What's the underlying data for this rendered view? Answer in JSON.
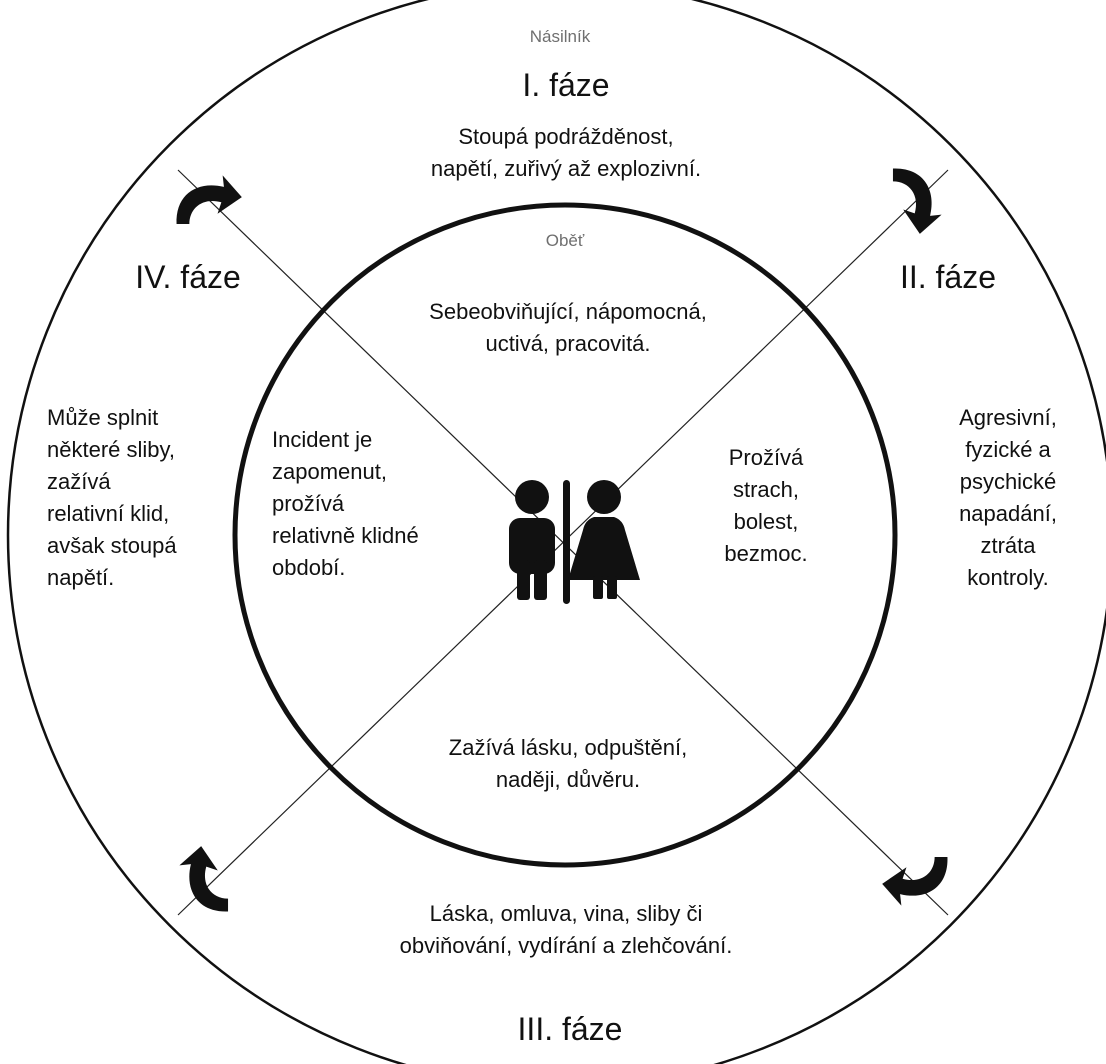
{
  "outer_ring": {
    "role_label": "Násilník",
    "phases": {
      "p1": {
        "title": "I. fáze",
        "text": "Stoupá podrážděnost,\nnapětí, zuřivý až explozivní."
      },
      "p2": {
        "title": "II. fáze",
        "text": "Agresivní,\nfyzické a\npsychické\nnapadání,\nztráta\nkontroly."
      },
      "p3": {
        "title": "III. fáze",
        "text": "Láska, omluva, vina, sliby či\nobviňování, vydírání a zlehčování."
      },
      "p4": {
        "title": "IV. fáze",
        "text": "Může splnit\nněkteré sliby,\nzažívá\nrelativní klid,\navšak stoupá\nnapětí."
      }
    }
  },
  "inner_circle": {
    "role_label": "Oběť",
    "sectors": {
      "top": "Sebeobviňující, nápomocná,\nuctivá, pracovitá.",
      "right": "Prožívá\nstrach,\nbolest,\nbezmoc.",
      "bottom": "Zažívá lásku, odpuštění,\nnaději, důvěru.",
      "left": "Incident je\nzapomenut,\nprožívá\nrelativně klidné\nobdobí."
    }
  },
  "center_icon": "man-and-woman-restroom-icon",
  "cycle_arrow_icon": "curved-clockwise-arrow-icon",
  "colors": {
    "ink": "#111111",
    "role_label": "#6f6f6f",
    "background": "#ffffff"
  }
}
